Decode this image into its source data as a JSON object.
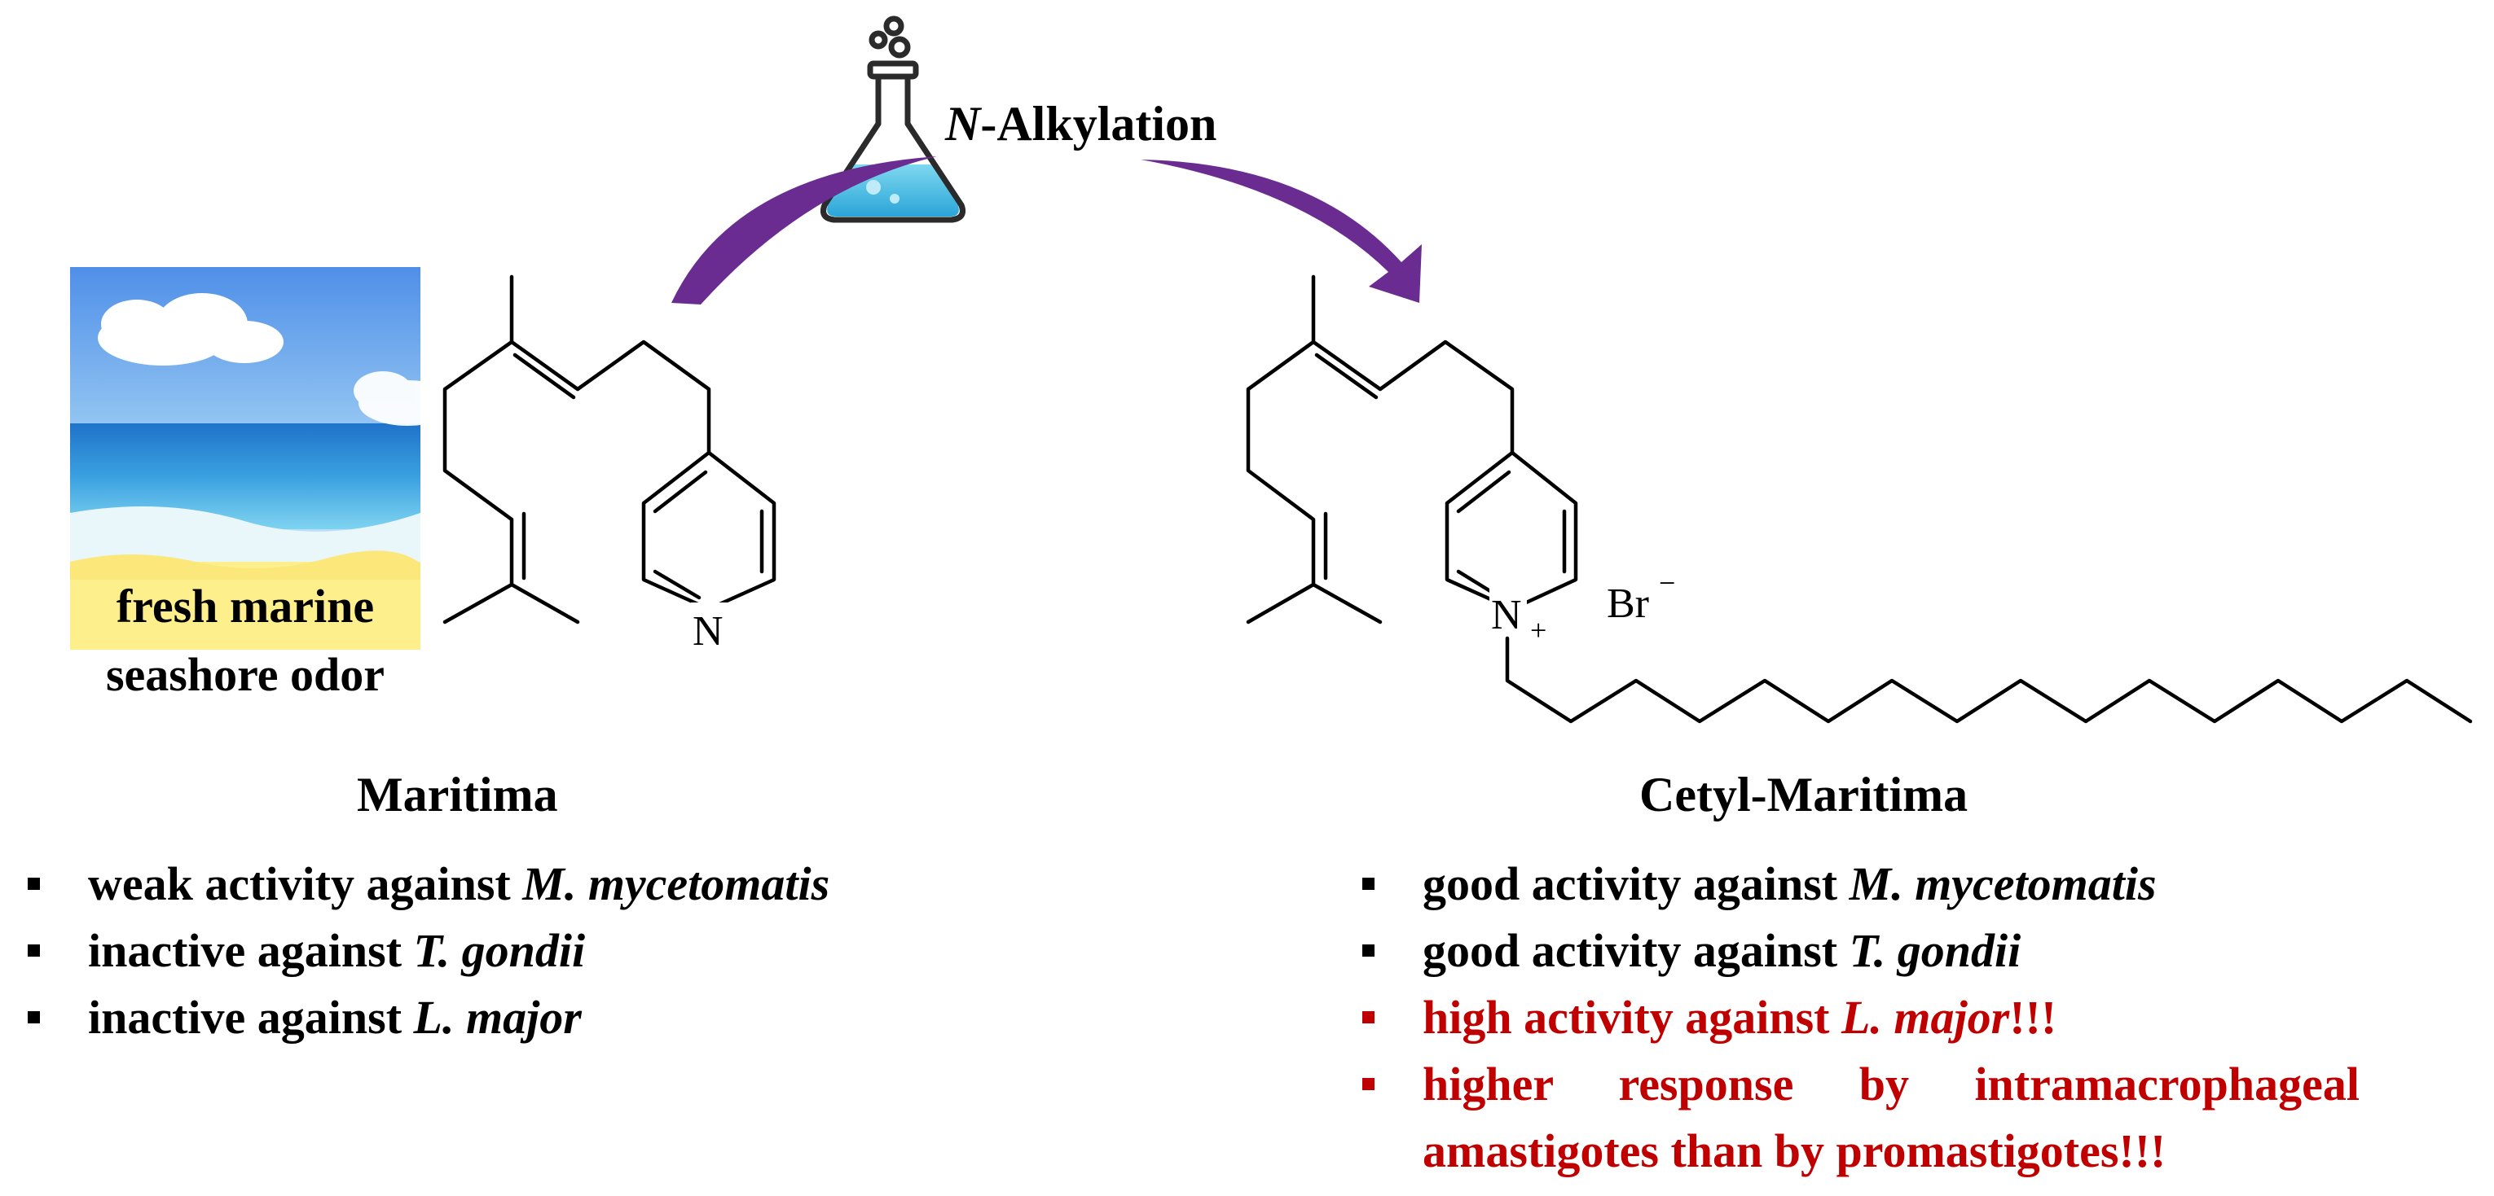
{
  "reaction": {
    "prefix": "N",
    "suffix": "-Alkylation",
    "arrow_color": "#6a2c91"
  },
  "odor_box": {
    "line1": "fresh marine",
    "line2": "seashore odor",
    "highlight": "#fdef8c"
  },
  "atoms": {
    "n_left": "N",
    "n_right": "N",
    "charge": "+",
    "counterion": "Br",
    "anion_charge": "−"
  },
  "left": {
    "title": "Maritima",
    "items": [
      {
        "pre": "weak activity against ",
        "org": "M. mycetomatis",
        "post": ""
      },
      {
        "pre": "inactive against ",
        "org": "T. gondii",
        "post": ""
      },
      {
        "pre": "inactive against ",
        "org": "L. major",
        "post": ""
      }
    ]
  },
  "right": {
    "title": "Cetyl-Maritima",
    "items": [
      {
        "pre": "good activity against ",
        "org": "M. mycetomatis",
        "post": "",
        "color": "#000000"
      },
      {
        "pre": "good activity against ",
        "org": "T. gondii",
        "post": "",
        "color": "#000000"
      },
      {
        "pre": "high activity against ",
        "org": "L. major",
        "post": "!!!",
        "color": "#c00000"
      },
      {
        "pre": "higher response by intramacrophageal amastigotes than by promastigotes!!!",
        "org": "",
        "post": "",
        "color": "#c00000"
      }
    ]
  }
}
